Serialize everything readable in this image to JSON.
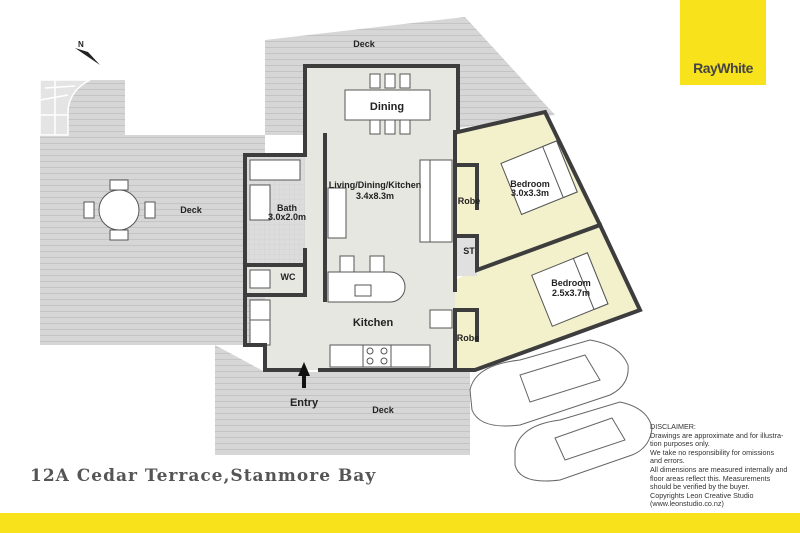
{
  "brand": {
    "name": "RayWhite",
    "color": "#f7e21b"
  },
  "address": "12A Cedar Terrace,Stanmore Bay",
  "rooms": {
    "deck_top": "Deck",
    "deck_left": "Deck",
    "deck_bottom": "Deck",
    "dining": "Dining",
    "living": {
      "name": "Living/Dining/Kitchen",
      "size": "3.4x8.3m"
    },
    "bath": {
      "name": "Bath",
      "size": "3.0x2.0m"
    },
    "wc": "WC",
    "kitchen": "Kitchen",
    "robe1": "Robe",
    "robe2": "Robe",
    "st": "ST",
    "bedroom1": {
      "name": "Bedroom",
      "size": "3.0x3.3m"
    },
    "bedroom2": {
      "name": "Bedroom",
      "size": "2.5x3.7m"
    },
    "entry": "Entry"
  },
  "disclaimer": [
    "DISCLAIMER:",
    "Drawings are approximate and for illustra-",
    "tion purposes only.",
    "We take no responsibility for omissions",
    "and errors.",
    "All dimensions are measured internally and",
    "floor areas reflect this. Measurements",
    "should be verified by the buyer.",
    "Copyrights Leon Creative Studio",
    "(www.leonstudio.co.nz)"
  ],
  "colors": {
    "deck": "#d9d9d9",
    "floor": "#e6e7e0",
    "bedroom": "#f3f0cc",
    "wall": "#3d3d3d"
  },
  "icons": {
    "compass": "north-arrow-icon",
    "entry": "arrow-up-icon"
  }
}
